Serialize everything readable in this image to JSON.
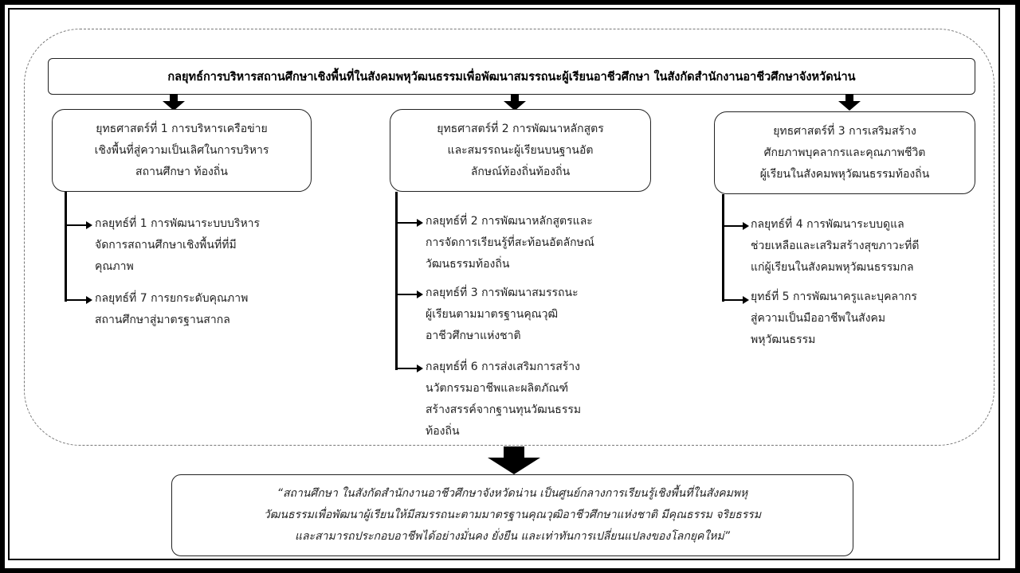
{
  "title": "กลยุทธ์การบริหารสถานศึกษาเชิงพื้นที่ในสังคมพหุวัฒนธรรมเพื่อพัฒนาสมรรถนะผู้เรียนอาชีวศึกษา ในสังกัดสำนักงานอาชีวศึกษาจังหวัดน่าน",
  "strategies": [
    {
      "label_lines": [
        "ยุทธศาสตร์ที่ 1 การบริหารเครือข่าย",
        "เชิงพื้นที่สู่ความเป็นเลิศในการบริหาร",
        "สถานศึกษา ท้องถิ่น"
      ],
      "tactics": [
        [
          "กลยุทธ์ที่ 1 การพัฒนาระบบบริหาร",
          "จัดการสถานศึกษาเชิงพื้นที่ที่มี",
          "คุณภาพ"
        ],
        [
          "กลยุทธ์ที่  7 การยกระดับคุณภาพ",
          "สถานศึกษาสู่มาตรฐานสากล"
        ]
      ]
    },
    {
      "label_lines": [
        "ยุทธศาสตร์ที่ 2 การพัฒนาหลักสูตร",
        "และสมรรถนะผู้เรียนบนฐานอัต",
        "ลักษณ์ท้องถิ่นท้องถิ่น"
      ],
      "tactics": [
        [
          "กลยุทธ์ที่ 2 การพัฒนาหลักสูตรและ",
          "การจัดการเรียนรู้ที่สะท้อนอัตลักษณ์",
          "วัฒนธรรมท้องถิ่น"
        ],
        [
          "กลยุทธ์ที่ 3 การพัฒนาสมรรถนะ",
          "ผู้เรียนตามมาตรฐานคุณวุฒิ",
          "อาชีวศึกษาแห่งชาติ"
        ],
        [
          "กลยุทธ์ที่ 6 การส่งเสริมการสร้าง",
          "นวัตกรรมอาชีพและผลิตภัณฑ์",
          "สร้างสรรค์จากฐานทุนวัฒนธรรม",
          "ท้องถิ่น"
        ]
      ]
    },
    {
      "label_lines": [
        "ยุทธศาสตร์ที่ 3 การเสริมสร้าง",
        "ศักยภาพบุคลากรและคุณภาพชีวิต",
        "ผู้เรียนในสังคมพหุวัฒนธรรมท้องถิ่น"
      ],
      "tactics": [
        [
          "กลยุทธ์ที่ 4 การพัฒนาระบบดูแล",
          "ช่วยเหลือและเสริมสร้างสุขภาวะที่ดี",
          "แก่ผู้เรียนในสังคมพหุวัฒนธรรมกล"
        ],
        [
          "ยุทธ์ที่ 5 การพัฒนาครูและบุคลากร",
          "สู่ความเป็นมืออาชีพในสังคม",
          "พหุวัฒนธรรม"
        ]
      ]
    }
  ],
  "vision_lines": [
    "“สถานศึกษา ในสังกัดสำนักงานอาชีวศึกษาจังหวัดน่าน เป็นศูนย์กลางการเรียนรู้เชิงพื้นที่ในสังคมพหุ",
    "วัฒนธรรมเพื่อพัฒนาผู้เรียนให้มีสมรรถนะตามมาตรฐานคุณวุฒิอาชีวศึกษาแห่งชาติ มีคุณธรรม จริยธรรม",
    "และสามารถประกอบอาชีพได้อย่างมั่นคง ยั่งยืน และเท่าทันการเปลี่ยนแปลงของโลกยุคใหม่”"
  ]
}
